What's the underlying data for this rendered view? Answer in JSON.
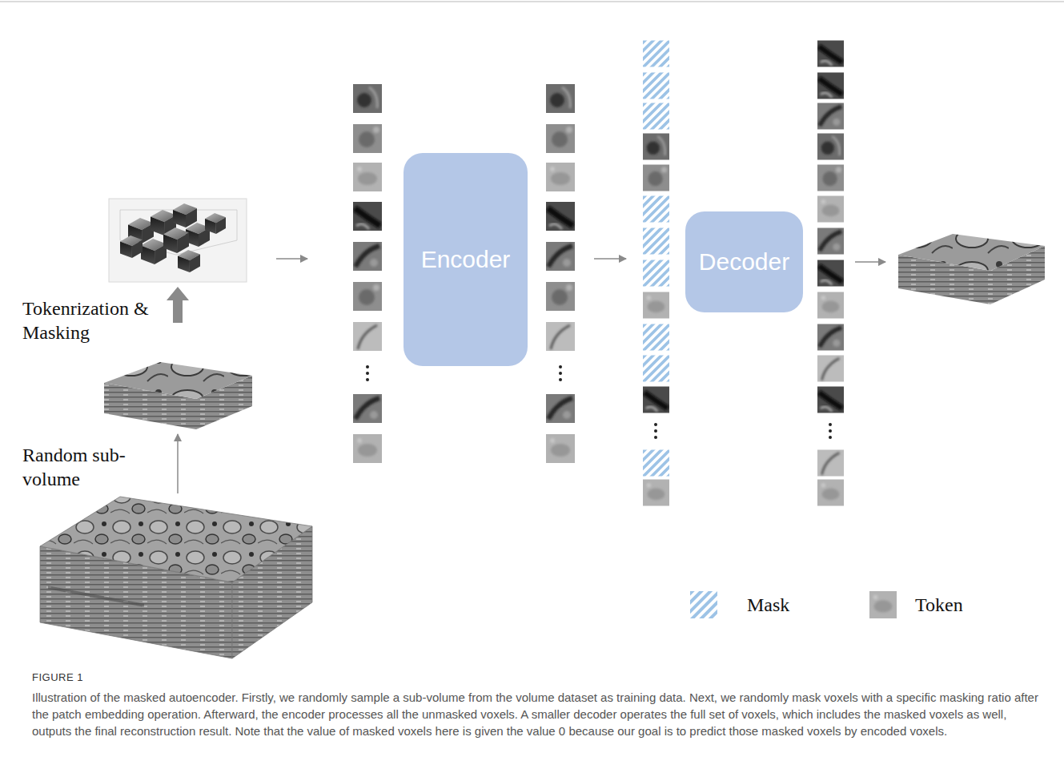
{
  "diagram": {
    "title": "FIGURE 1",
    "caption": "Illustration of the masked autoencoder. Firstly, we randomly sample a sub-volume from the volume dataset as training data. Next, we randomly mask voxels with a specific masking ratio after the patch embedding operation. Afterward, the encoder processes all the unmasked voxels. A smaller decoder operates the full set of voxels, which includes the masked voxels as well, outputs the final reconstruction result. Note that the value of masked voxels here is given the value 0 because our goal is to predict those masked voxels by encoded voxels.",
    "nodes": [
      {
        "text": [
          "Encoder"
        ]
      },
      {
        "text": [
          "Decoder"
        ]
      }
    ],
    "labels": [
      "Tokenrization & Masking",
      "Random sub-volume"
    ],
    "legend": [
      {
        "text": "Mask"
      },
      {
        "text": "Token"
      }
    ]
  }
}
